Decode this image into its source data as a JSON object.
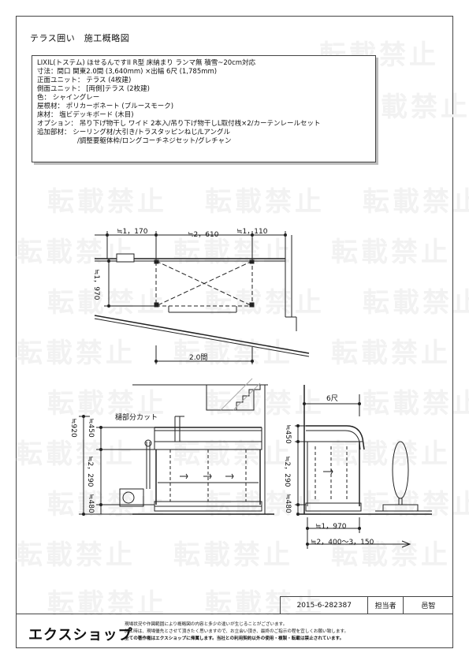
{
  "header": {
    "title": "テラス囲い　施工概略図"
  },
  "spec": {
    "lines": [
      "LIXIL(トステム) ほせるんですII R型 床納まり ランマ無 積雪~20cm対応",
      "寸法：間口 関東2.0間 (3,640mm) ×出幅 6尺 (1,785mm)",
      "正面ユニット： テラス (4枚建)",
      "側面ユニット： [両側]テラス (2枚建)",
      "色： シャイングレー",
      "屋根材： ポリカーボネート (ブルースモーク)",
      "床材： 塩ビデッキボード (木目)",
      "オプション： 吊り下げ物干し ワイド 2本入/吊り下げ物干しL取付桟×2/カーテンレールセット",
      "追加部材： シーリング材/大引き/トラスタッピンねじ/Lアングル",
      "　　　　　　/調整要躯体枠/ロングコーチネジセット/グレチャン"
    ]
  },
  "watermark": {
    "text": "転載禁止"
  },
  "plan": {
    "dim_left": "≒1，170",
    "dim_center": "≒2，610",
    "dim_right": "≒1，110",
    "dim_depth": "≒1，970",
    "dim_width": "2.0間"
  },
  "front_view": {
    "label_cut": "樋部分カット",
    "dim_920": "≒920",
    "dim_450": "≒450",
    "dim_2290": "≒2，290",
    "dim_480": "≒480"
  },
  "side_view": {
    "dim_6shaku": "6尺",
    "dim_450": "≒450",
    "dim_2290": "≒2，290",
    "dim_480": "≒480",
    "dim_1970": "≒1，970",
    "dim_range": "≒2，400～3，150"
  },
  "title_block": {
    "drawing_no": "2015-6-282387",
    "person_label": "担当者",
    "person_name": "邑智"
  },
  "footer": {
    "logo": "エクスショップ",
    "notes": [
      "現場状況や作図範囲により概略図の内容と多少の違いが生じることがございます。",
      "施工時は、現場優先とさせて頂きたく思いますので、お立会い頂き、最終のご指示の程を宜しくお願い致します。",
      "全ての著作権はエクスショップに帰属します。当社との利用契約以外の使用・複製・転載は禁止されています。"
    ]
  }
}
